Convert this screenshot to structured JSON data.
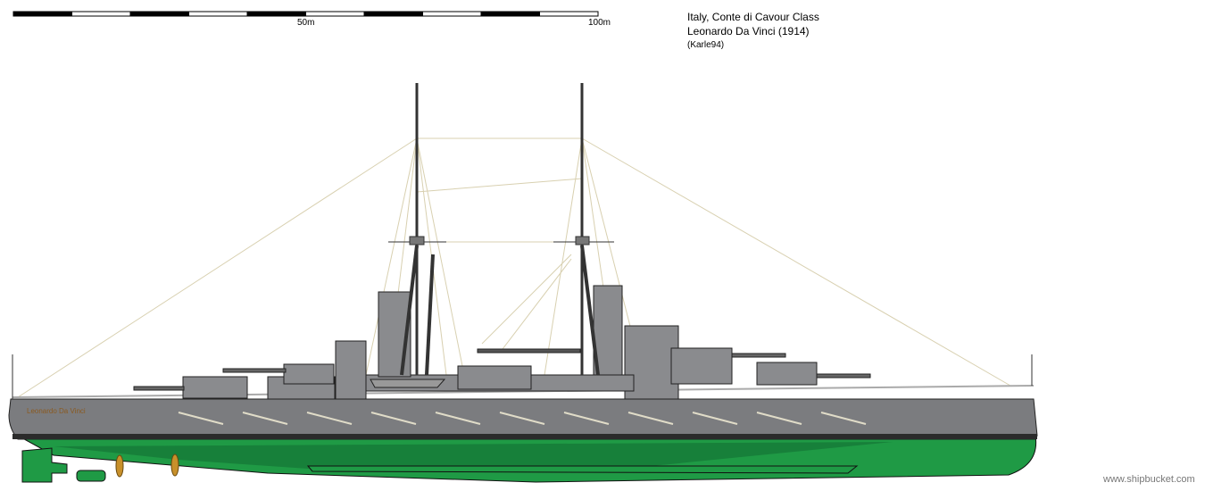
{
  "scale_bar": {
    "mid_label": "50m",
    "end_label": "100m"
  },
  "title": {
    "line1": "Italy, Conte di Cavour Class",
    "line2": "Leonardo Da Vinci (1914)",
    "author": "(Karle94)"
  },
  "hull_name": "Leonardo Da Vinci",
  "watermark": "www.shipbucket.com",
  "colors": {
    "hull": "#7b7c7f",
    "superstructure": "#8a8b8e",
    "boot": "#2b2b2b",
    "underwater": "#1f9a45",
    "underwater_dark": "#17803a",
    "propeller": "#c8902a",
    "rigging": "#d8d0b0"
  }
}
